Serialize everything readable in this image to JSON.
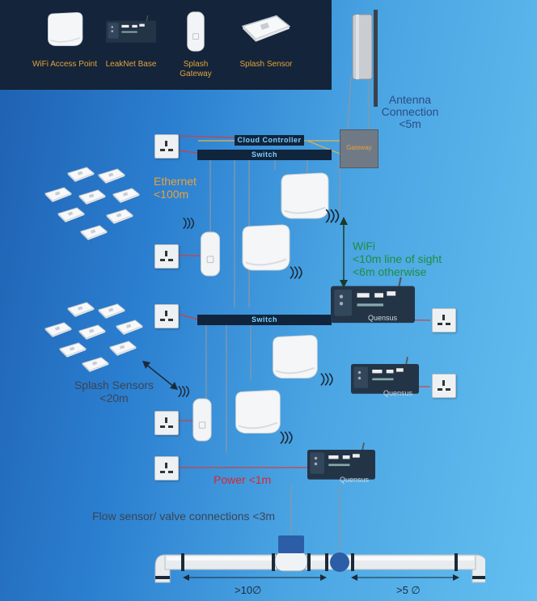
{
  "legend": {
    "items": [
      {
        "label": "WiFi Access Point",
        "icon": "wifi-access-point-icon"
      },
      {
        "label": "LeakNet Base",
        "icon": "leaknet-base-icon"
      },
      {
        "label": "Splash Gateway",
        "icon": "splash-gateway-icon"
      },
      {
        "label": "Splash Sensor",
        "icon": "splash-sensor-icon"
      }
    ]
  },
  "labels": {
    "antenna": [
      "Antenna",
      "Connection",
      "<5m"
    ],
    "cloud_controller": "Cloud Controller",
    "switch_top": "Switch",
    "switch_bottom": "Switch",
    "gateway": "Gateway",
    "ethernet": [
      "Ethernet",
      "<100m"
    ],
    "wifi": [
      "WiFi",
      "<10m line of sight",
      "<6m otherwise"
    ],
    "splash_sensors": [
      "Splash Sensors",
      "<20m"
    ],
    "power": "Power <1m",
    "flow": "Flow sensor/ valve connections <3m",
    "pipe_left": ">10∅",
    "pipe_right": ">5 ∅",
    "base_brand": "Quensus"
  },
  "colors": {
    "panel": "#14243a",
    "legend_text": "#e2a33b",
    "antenna_text": "#2a4e86",
    "ethernet_text": "#e8a23a",
    "wifi_text": "#1e8e3e",
    "sensor_text": "#3a4556",
    "power_text": "#d8282f",
    "line_grey": "#8c98a4",
    "ethernet_line": "#e8b24a",
    "power_line": "#d04040",
    "bar_dark": "#10243c"
  }
}
